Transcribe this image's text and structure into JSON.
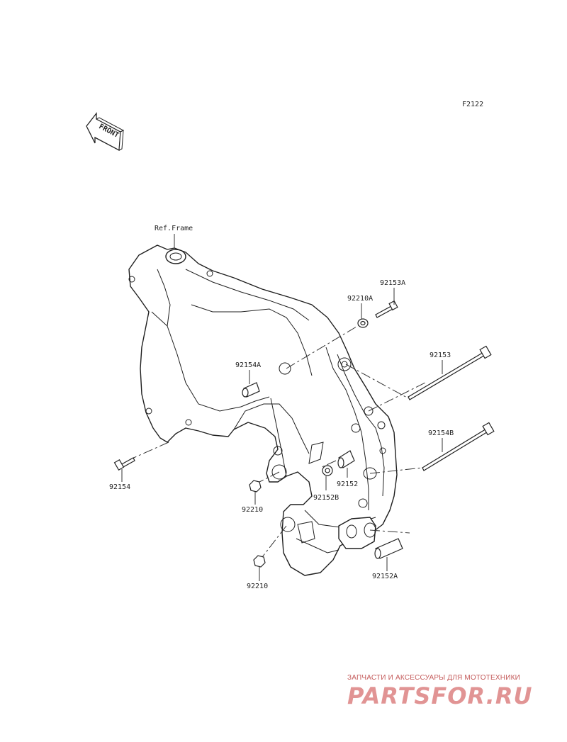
{
  "figure_code": "F2122",
  "front_label": "FRONT",
  "ref_label": "Ref.Frame",
  "parts": {
    "p92153A": "92153A",
    "p92210A": "92210A",
    "p92154A": "92154A",
    "p92153": "92153",
    "p92154B": "92154B",
    "p92154": "92154",
    "p92152": "92152",
    "p92152B": "92152B",
    "p92210_upper": "92210",
    "p92152A": "92152A",
    "p92210_lower": "92210"
  },
  "watermark": {
    "tagline": "ЗАПЧАСТИ И АКСЕССУАРЫ ДЛЯ МОТОТЕХНИКИ",
    "brand": "PARTSFOR.RU",
    "color": "#c83c3c"
  }
}
